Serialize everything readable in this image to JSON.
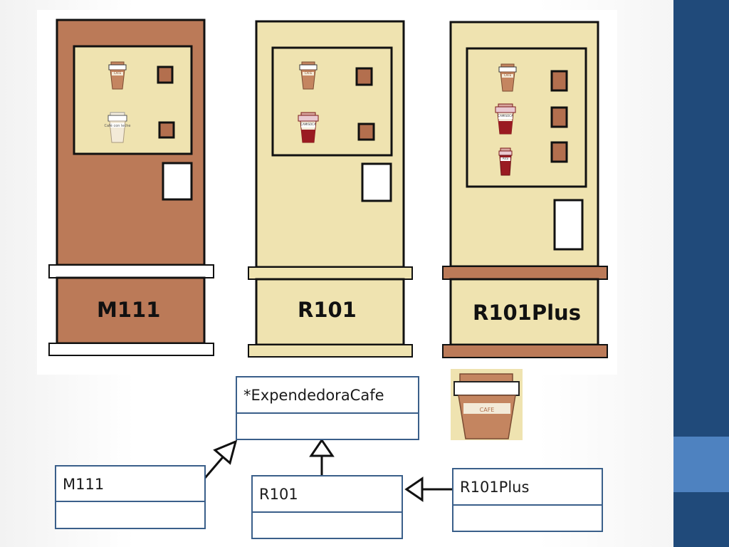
{
  "machines": [
    {
      "label": "M111",
      "cup_labels": [
        "CAFE",
        "Café con leche"
      ]
    },
    {
      "label": "R101",
      "cup_labels": [
        "CAFE",
        "CAMISOCA"
      ]
    },
    {
      "label": "R101Plus",
      "cup_labels": [
        "CAFE",
        "CAMISOCA",
        "Alco"
      ]
    }
  ],
  "cup_icon": {
    "label": "CAFE"
  },
  "uml": {
    "base_class": "*ExpendedoraCafe",
    "classes": [
      "M111",
      "R101",
      "R101Plus"
    ]
  },
  "colors": {
    "brown": "#bb7a58",
    "cream": "#efe3b0",
    "dark_red": "#9a1b22",
    "uml_border": "#3a5f8a",
    "stripe_dark": "#204a7a",
    "stripe_light": "#4e82c0"
  }
}
